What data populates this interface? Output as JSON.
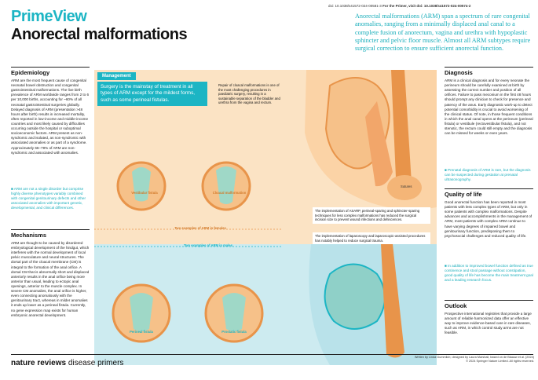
{
  "header": {
    "doi": "doi: 10.1038/s41572-024-00581-3",
    "doi_bold": "For the Primer, visit doi: 10.1038/s41572-024-00574-2",
    "brand": "PrimeView",
    "title": "Anorectal malformations",
    "intro": "Anorectal malformations (ARM) span a spectrum of rare congenital anomalies, ranging from a minimally displaced anal canal to a complete fusion of anorectum, vagina and urethra with hypoplastic sphincter and pelvic floor muscle. Almost all ARM subtypes require surgical correction to ensure sufficient anorectal function."
  },
  "epidemiology": {
    "heading": "Epidemiology",
    "body": "ARM are the most frequent cause of congenital neonatal bowel obstruction and congenital gastrointestinal malformations. The live birth prevalence of ARM worldwide ranges from 2 to 6 per 10,000 births, accounting for ~60% of all neonatal gastrointestinal surgeries globally. Delayed diagnosis of ARM (presentation >48 hours after birth) results in increased mortality, often reported in low-income and middle-income countries and most likely caused by difficulties occurring outside the hospital or suboptimal socioeconomic factors. ARM present as non-syndromic and isolated, as non-syndromic with associated anomalies or as part of a syndrome. Approximately 66–79% of ARM are non-syndromic and associated with anomalies.",
    "note": "■ ARM are not a single disorder but comprise highly diverse phenotypes variably combined with congenital genitourinary defects and other associated anomalies with important genetic, developmental, and clinical differences."
  },
  "mechanisms": {
    "heading": "Mechanisms",
    "body": "ARM are thought to be caused by disordered embryological development of the hindgut, which interferes with the normal development of local pelvic musculature and neural structures. The dorsal part of the cloacal membrane (CM) is integral to the formation of the anal orifice. A dorsal CM that is abnormally short and displaced anteriorly results in the anal orifice being more anterior than usual, leading to ectopic anal openings, anterior to the muscle complex. In severe CM anomalies, the anal orifice is higher, even connecting anomalously with the genitourinary tract, whereas in milder anomalies it ends up lower as a perineal fistula. Currently, no gene expression map exists for human embryonic anorectal development."
  },
  "management": {
    "heading": "Management",
    "lead": "Surgery is the mainstay of treatment in all types of ARM except for the mildest forms, such as some perineal fistulas.",
    "cloacal_note": "Repair of cloacal malformations is one of the most challenging procedures in paediatric surgery, resulting in a sustainable separation of the bladder and urethra from the vagina and rectum.",
    "asarp_note": "The implementation of ASARP, perineal-sparing and sphincter-sparing techniques for less complex malformations has reduced the surgical incision size to prevent wound infections and dehiscences.",
    "lap_note": "The implementation of laparoscopy and laparoscopic-assisted procedures has notably helped to reduce surgical trauma.",
    "label_sutures": "Sutures",
    "label_vestibular": "Vestibular fistula",
    "label_cloacal": "Cloacal malformation",
    "caption_females": "Two examples of ARM in females",
    "caption_males": "Two examples of ARM in males",
    "label_perineal": "Perineal fistula",
    "label_prostatic": "Prostatic fistula"
  },
  "diagnosis": {
    "heading": "Diagnosis",
    "body": "ARM is a clinical diagnosis and for every neonate the perineum should be carefully examined at birth by assessing the correct number and position of all orifices. Failure to pass meconium in the first 48 hours should prompt any clinician to check for presence and patency of the anus. Early diagnostic work-up to detect potential comorbidity is crucial to avoid worsening of the clinical status. Of note, in those frequent conditions in which the anal canal opens at the perineum (perineal fistula) or vestibule (rectovestibular fistula), and not stenotic, the rectum could still empty and the diagnosis can be missed for weeks or even years.",
    "note": "■ Prenatal diagnosis of ARM is rare, but the diagnosis can be suspected during gestation at prenatal ultrasonography."
  },
  "quality": {
    "heading": "Quality of life",
    "body": "Good anorectal function has been reported in most patients with less complex types of ARM, but only in some patients with complex malformations. Despite advances and accomplishments in the management of ARM, most patients with complex ARM continue to have varying degrees of impaired bowel and genitourinary function, predisposing them to psychosocial challenges and reduced quality of life.",
    "note": "■ In addition to improved bowel function defined as true continence and stool passage without constipation, good quality of life has become the main treatment goal and a leading research focus."
  },
  "outlook": {
    "heading": "Outlook",
    "body": "Prospective international registries that provide a large amount of reliable harmonized data offer an effective way to improve evidence-based care in rare diseases, such as ARM, in which control study arms are not feasible."
  },
  "footer": {
    "logo_bold": "nature reviews",
    "logo_rest": " disease primers",
    "credit1": "Written by Linda Gummlich; designed by Laura Marshall, based on de Blaauw et al. (2024)",
    "credit2": "© 2024 Springer Nature Limited. All rights reserved."
  },
  "colors": {
    "accent": "#1cb5c4",
    "peach": "#fbe3c4",
    "orange": "#e8944a",
    "sky": "#cdebf0"
  }
}
